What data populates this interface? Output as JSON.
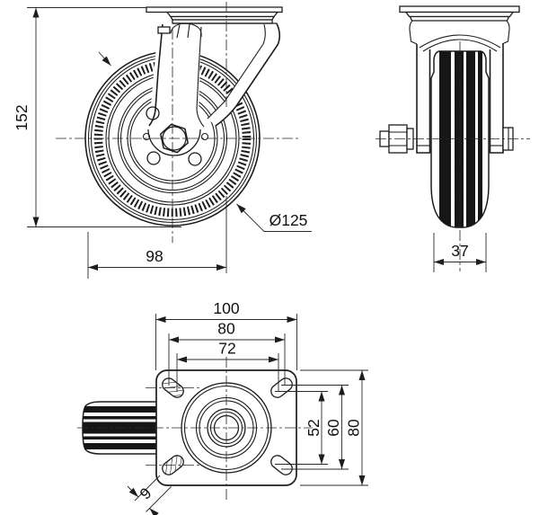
{
  "drawing": {
    "kind": "caster-wheel-technical-drawing",
    "views": {
      "side": "side-view",
      "front": "front-view",
      "top": "top-plate-view"
    }
  },
  "dimensions": {
    "overall_height": "152",
    "wheel_offset": "98",
    "wheel_diameter": "Ø125",
    "wheel_width": "37",
    "plate_width": "100",
    "hole_spacing_h_outer": "80",
    "hole_spacing_h_inner": "72",
    "hole_spacing_v_inner": "52",
    "hole_spacing_v_outer": "60",
    "plate_depth": "80",
    "slot_width": "9"
  },
  "colors": {
    "line": "#1d1d1d",
    "background": "#ffffff",
    "tread": "#161616"
  }
}
